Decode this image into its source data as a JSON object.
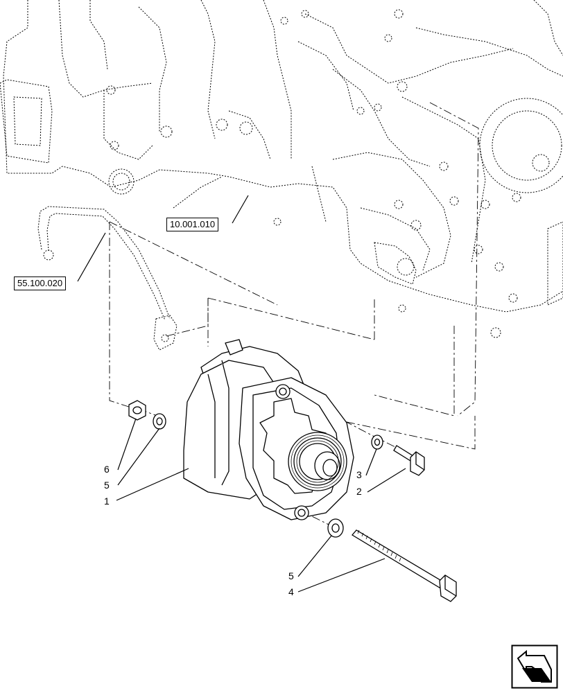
{
  "references": {
    "engine": "10.001.010",
    "harness": "55.100.020"
  },
  "callouts": {
    "alternator": "1",
    "bolt_short": "2",
    "washer_small": "3",
    "bolt_long": "4",
    "washer_lower": "5",
    "washer_left": "5",
    "nut": "6"
  },
  "colors": {
    "line": "#000000",
    "background": "#ffffff"
  },
  "icons": {
    "navigation": "return-arrow-icon"
  }
}
